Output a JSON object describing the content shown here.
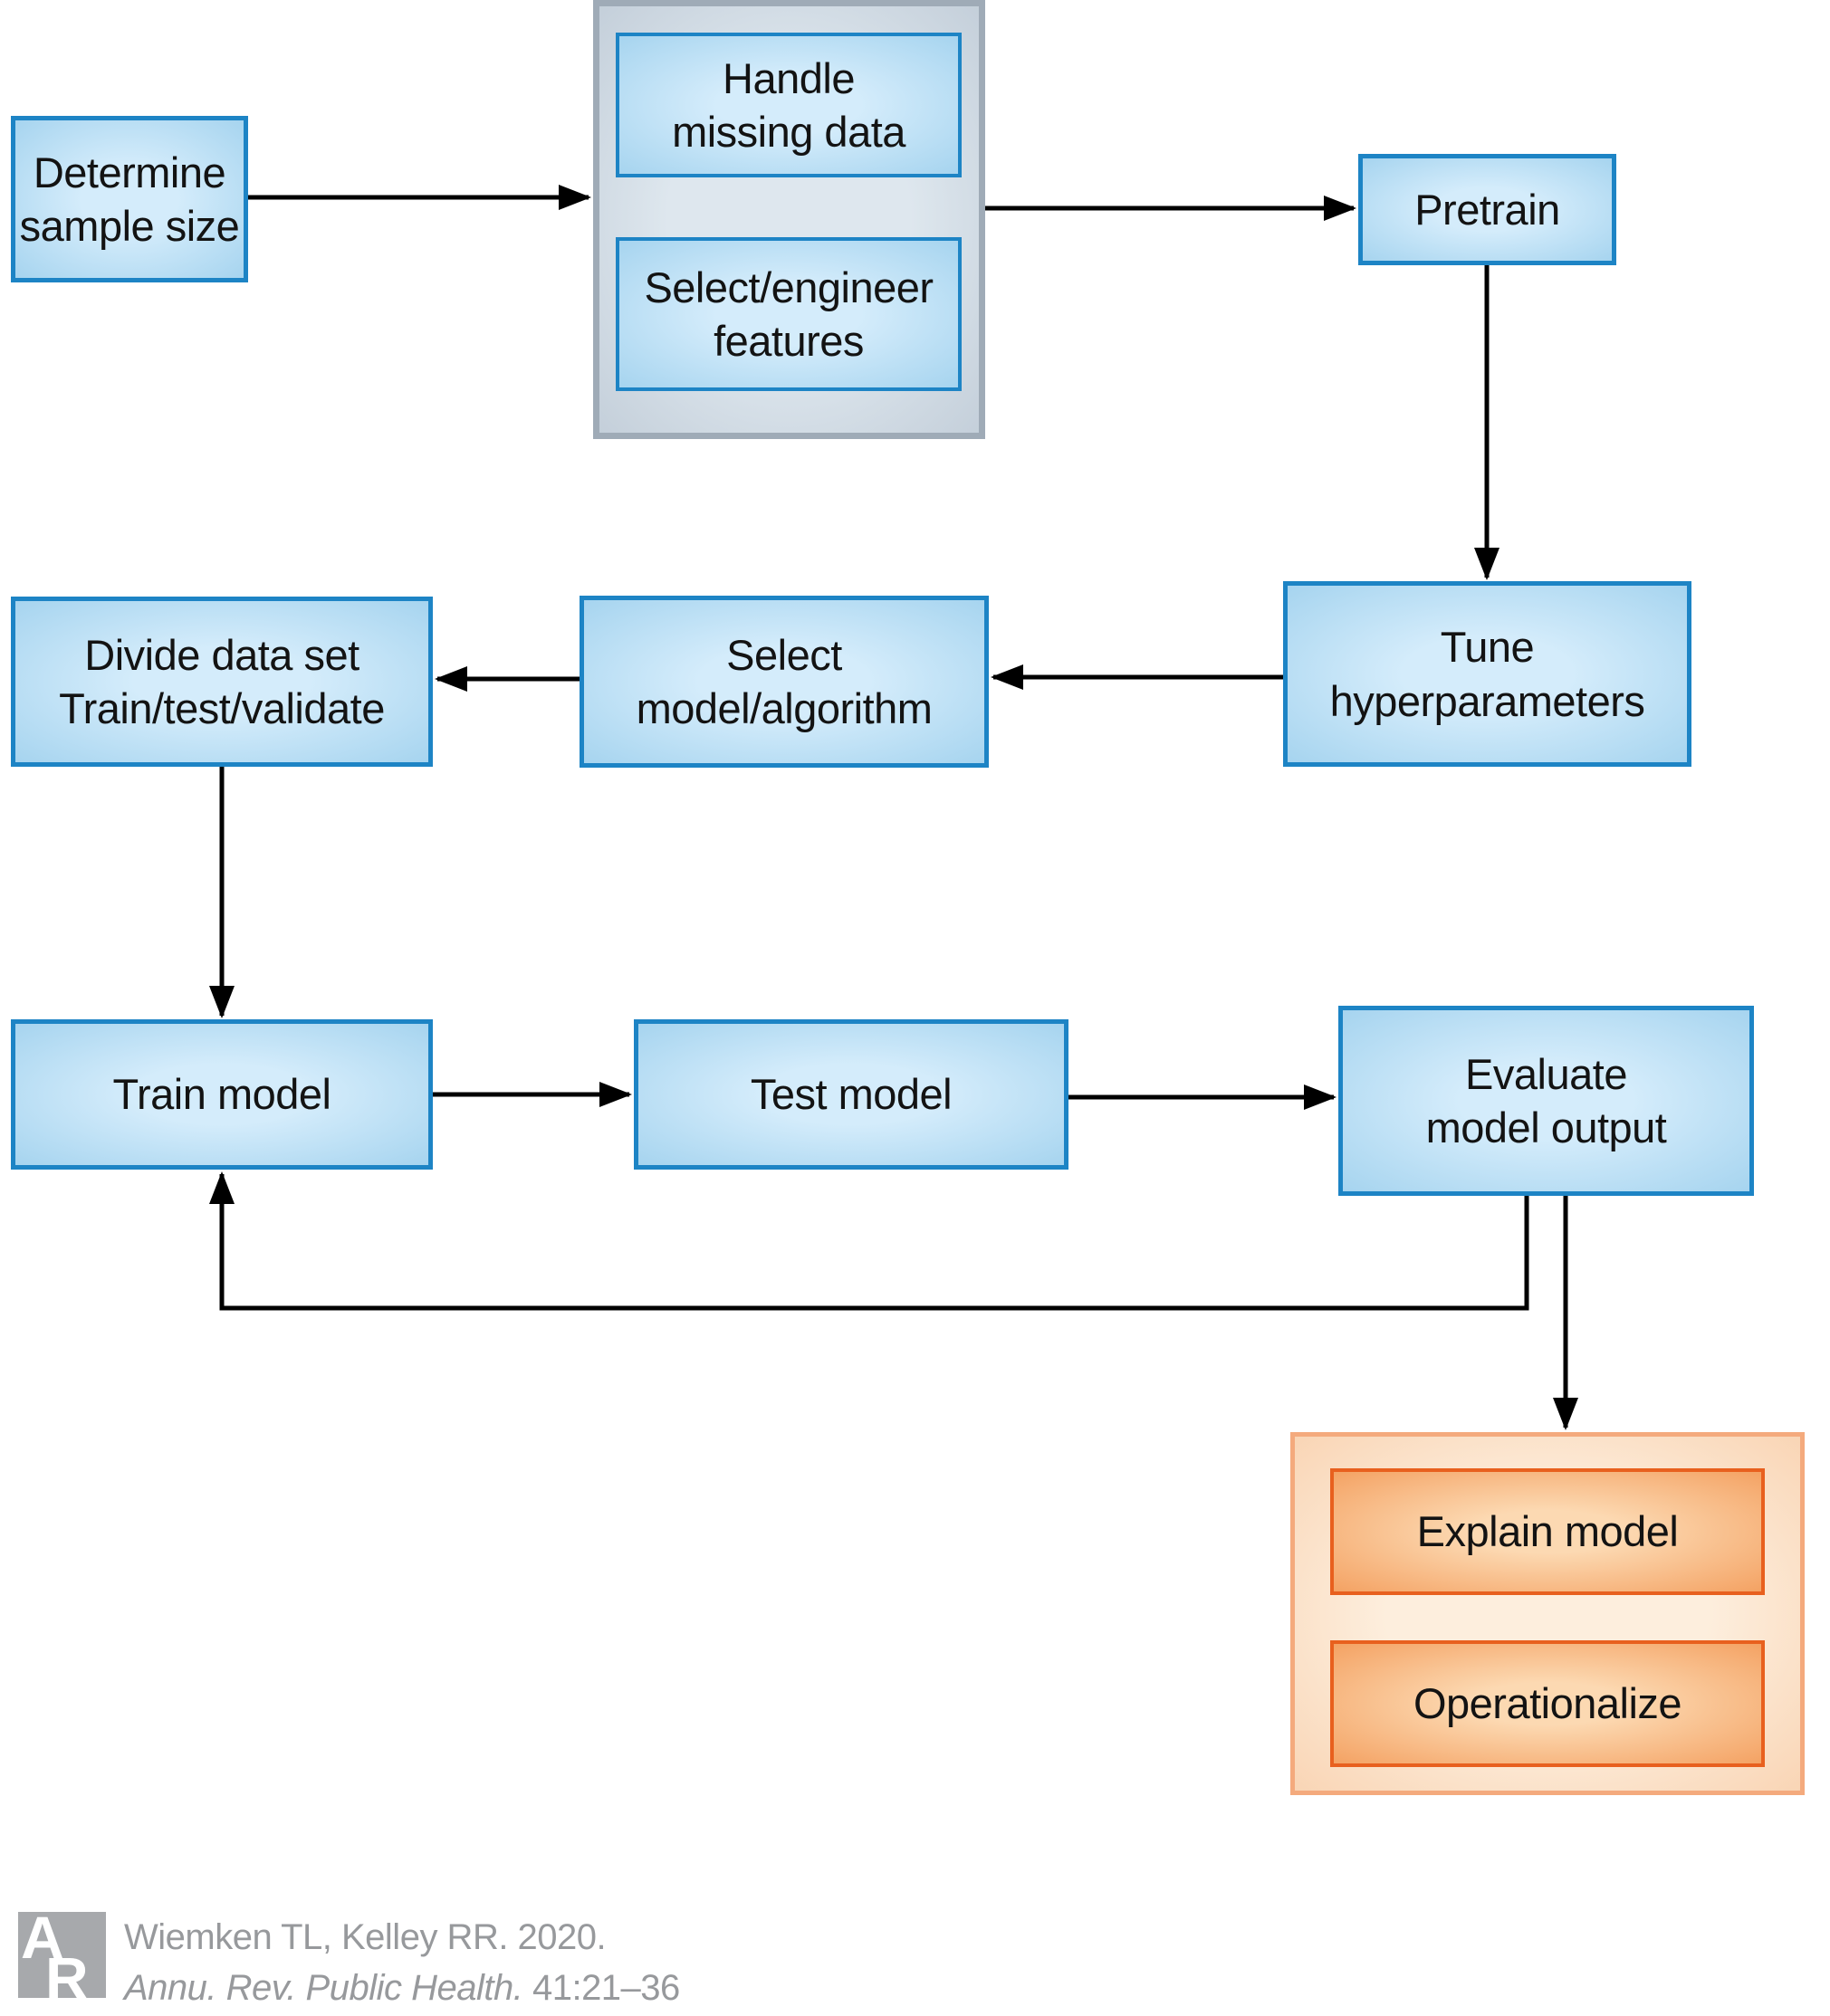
{
  "appearance": {
    "blue_border": "#1d84c5",
    "blue_fill_center": "#d4ecfb",
    "blue_fill_edge": "#a6d4ef",
    "gray_container_border": "#9fabb7",
    "gray_container_fill_center": "#dee7ee",
    "gray_container_fill_edge": "#c4cfda",
    "orange_container_border": "#f4aa7d",
    "orange_container_fill_center": "#fdeedd",
    "orange_container_fill_edge": "#f9d5b5",
    "orange_box_border": "#e8601e",
    "orange_box_fill_center": "#fcd9b2",
    "orange_box_fill_edge": "#f4a263",
    "arrow_color": "#000000",
    "text_color": "#131313",
    "footer_text_color": "#97999c",
    "logo_color": "#a7a9ac"
  },
  "nodes": {
    "determine_sample_size": "Determine\nsample size",
    "handle_missing_data": "Handle\nmissing data",
    "select_engineer_features": "Select/engineer\nfeatures",
    "pretrain": "Pretrain",
    "tune_hyperparameters": "Tune\nhyperparameters",
    "select_model_algorithm": "Select\nmodel/algorithm",
    "divide_data_set": "Divide data set\nTrain/test/validate",
    "train_model": "Train model",
    "test_model": "Test model",
    "evaluate_model_output": "Evaluate\nmodel output",
    "explain_model": "Explain model",
    "operationalize": "Operationalize"
  },
  "edges": [
    {
      "from": "determine_sample_size",
      "to": "data_preparation_group"
    },
    {
      "from": "data_preparation_group",
      "to": "pretrain"
    },
    {
      "from": "pretrain",
      "to": "tune_hyperparameters"
    },
    {
      "from": "tune_hyperparameters",
      "to": "select_model_algorithm"
    },
    {
      "from": "select_model_algorithm",
      "to": "divide_data_set"
    },
    {
      "from": "divide_data_set",
      "to": "train_model"
    },
    {
      "from": "train_model",
      "to": "test_model"
    },
    {
      "from": "test_model",
      "to": "evaluate_model_output"
    },
    {
      "from": "evaluate_model_output",
      "to": "train_model"
    },
    {
      "from": "evaluate_model_output",
      "to": "deployment_group"
    }
  ],
  "footer": {
    "logo_letter_top": "A",
    "logo_letter_bottom": "R",
    "citation_line1": "Wiemken TL, Kelley RR. 2020.",
    "citation_journal": "Annu. Rev. Public Health.",
    "citation_pages": " 41:21–36"
  }
}
